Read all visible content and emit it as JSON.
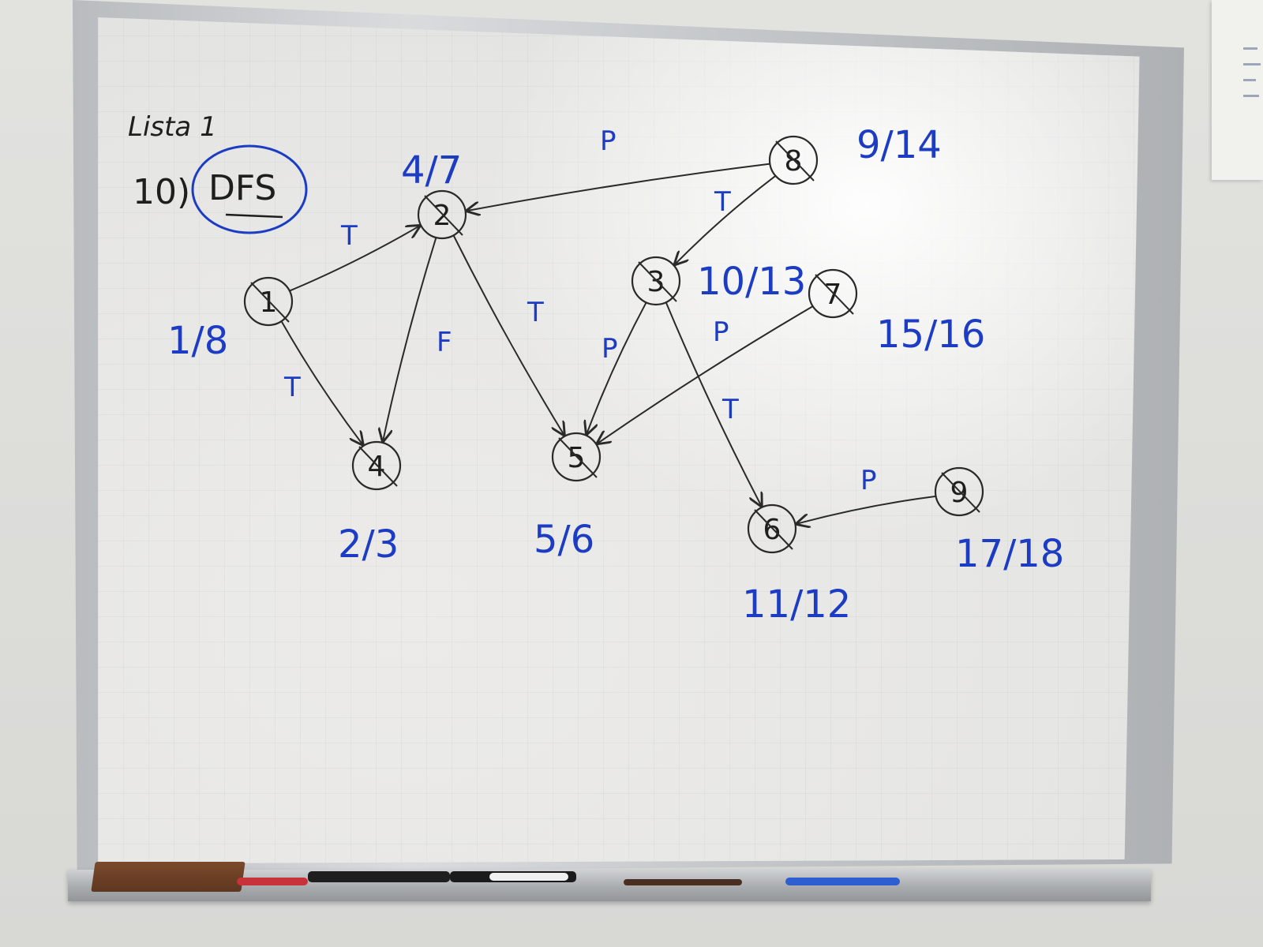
{
  "board": {
    "heading": "Lista 1",
    "exercise_number": "10)",
    "topic": "DFS"
  },
  "graph": {
    "nodes": [
      {
        "id": "node-1",
        "label": "1",
        "times": "1/8"
      },
      {
        "id": "node-2",
        "label": "2",
        "times": "4/7"
      },
      {
        "id": "node-3",
        "label": "3",
        "times": "10/13"
      },
      {
        "id": "node-4",
        "label": "4",
        "times": "2/3"
      },
      {
        "id": "node-5",
        "label": "5",
        "times": "5/6"
      },
      {
        "id": "node-6",
        "label": "6",
        "times": "11/12"
      },
      {
        "id": "node-7",
        "label": "7",
        "times": "15/16"
      },
      {
        "id": "node-8",
        "label": "8",
        "times": "9/14"
      },
      {
        "id": "node-9",
        "label": "9",
        "times": "17/18"
      }
    ],
    "edges": [
      {
        "from": "node-1",
        "to": "node-2",
        "label": "T"
      },
      {
        "from": "node-1",
        "to": "node-4",
        "label": "T"
      },
      {
        "from": "node-2",
        "to": "node-4",
        "label": "F"
      },
      {
        "from": "node-2",
        "to": "node-5",
        "label": "T"
      },
      {
        "from": "node-8",
        "to": "node-2",
        "label": "P"
      },
      {
        "from": "node-8",
        "to": "node-3",
        "label": "T"
      },
      {
        "from": "node-3",
        "to": "node-5",
        "label": "P"
      },
      {
        "from": "node-3",
        "to": "node-6",
        "label": "T"
      },
      {
        "from": "node-7",
        "to": "node-5",
        "label": "P"
      },
      {
        "from": "node-9",
        "to": "node-6",
        "label": "P"
      }
    ]
  },
  "colors": {
    "black_ink": "#2a2a2a",
    "blue_ink": "#1d3cc4",
    "board": "#f3f3f2",
    "frame": "#c4c7ca"
  }
}
